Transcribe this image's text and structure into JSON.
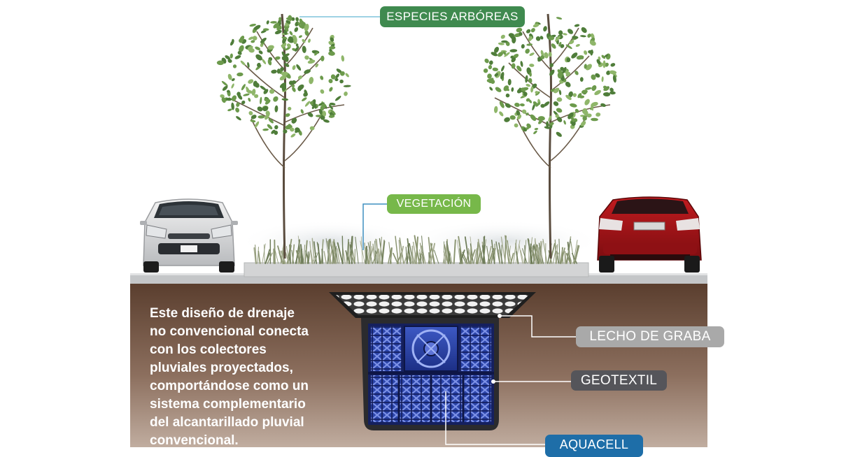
{
  "labels": {
    "especies_arboreas": "ESPECIES ARBÓREAS",
    "vegetacion": "VEGETACIÓN",
    "lecho_de_graba": "LECHO DE GRABA",
    "geotextil": "GEOTEXTIL",
    "aquacell": "AQUACELL"
  },
  "description": "Este diseño de drenaje\nno convencional conecta\ncon los colectores\npluviales proyectados,\ncomportándose como un\nsistema complementario\ndel alcantarillado pluvial\nconvencional.",
  "colors": {
    "especies_label": "#3f8a4f",
    "vegetacion_label": "#77b84a",
    "lecho_label": "#a9a9a9",
    "geotextil_label": "#55555a",
    "aquacell_label": "#1e6ea8",
    "soil_top": "#5a3e2e",
    "soil_bottom": "#b8a395",
    "leader_line": "#ffffff",
    "top_leader_line": "#7ec4dc"
  },
  "icons": {
    "left_vehicle": "silver-car-front-icon",
    "right_vehicle": "red-car-rear-icon",
    "trees": "tree-icon",
    "drain_module": "aquacell-crate-icon",
    "gravel_bed": "gravel-bed-icon"
  }
}
